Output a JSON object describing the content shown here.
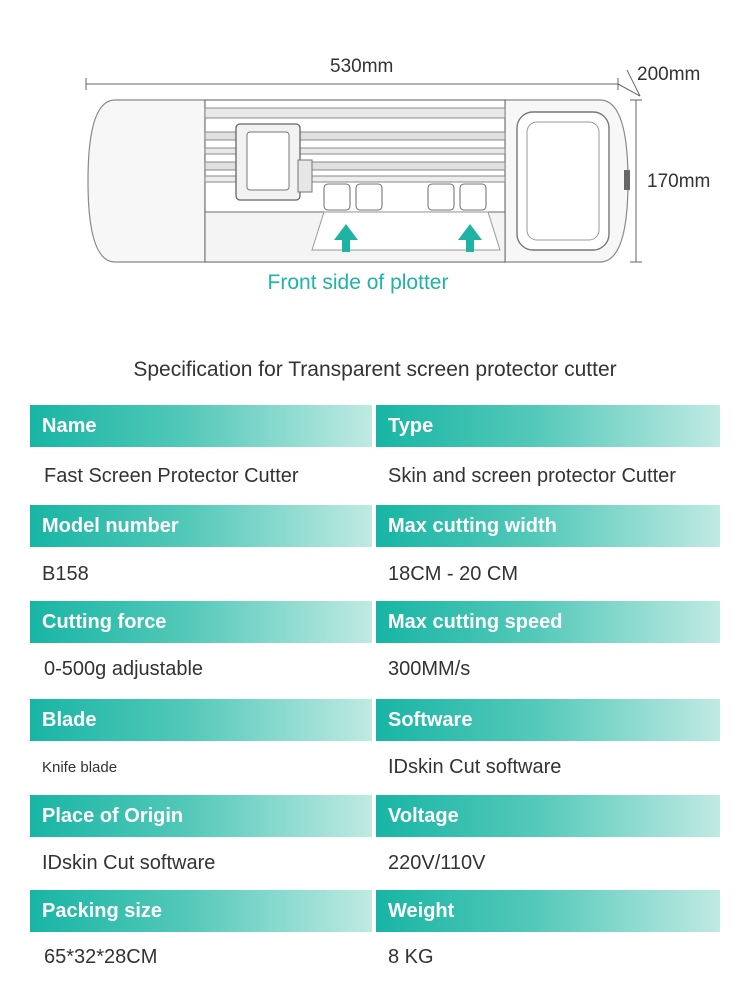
{
  "diagram": {
    "width_label": "530mm",
    "depth_label": "200mm",
    "height_label": "170mm",
    "front_label": "Front side of plotter"
  },
  "spec_title": "Specification for Transparent screen protector cutter",
  "rows": [
    {
      "left_head": "Name",
      "left_value": "Fast  Screen Protector Cutter",
      "right_head": "Type",
      "right_value": "Skin and screen protector Cutter"
    },
    {
      "left_head": "Model number",
      "left_value": "B158",
      "right_head": "Max cutting width",
      "right_value": "18CM - 20 CM"
    },
    {
      "left_head": "Cutting force",
      "left_value": "0-500g adjustable",
      "right_head": "Max cutting speed",
      "right_value": "300MM/s"
    },
    {
      "left_head": "Blade",
      "left_value": "Knife blade",
      "right_head": "Software",
      "right_value": "IDskin Cut software"
    },
    {
      "left_head": "Place of Origin",
      "left_value": "IDskin Cut software",
      "right_head": "Voltage",
      "right_value": "220V/110V"
    },
    {
      "left_head": "Packing size",
      "left_value": "65*32*28CM",
      "right_head": "Weight",
      "right_value": "8 KG"
    }
  ],
  "colors": {
    "accent": "#18b5a4",
    "accent_light": "#bfeae3",
    "arrow": "#1fb3a3"
  }
}
